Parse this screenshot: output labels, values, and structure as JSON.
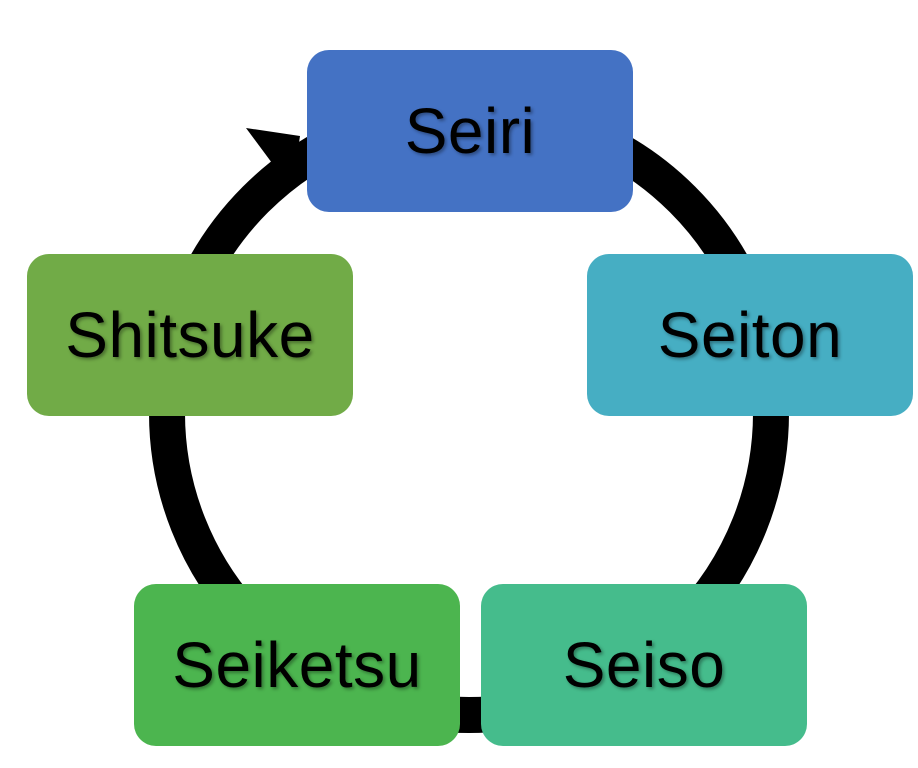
{
  "diagram": {
    "type": "cycle",
    "steps": [
      {
        "id": "seiri",
        "label": "Seiri",
        "color": "#4472C4"
      },
      {
        "id": "seiton",
        "label": "Seiton",
        "color": "#46AEC3"
      },
      {
        "id": "seiso",
        "label": "Seiso",
        "color": "#45BC8C"
      },
      {
        "id": "seiketsu",
        "label": "Seiketsu",
        "color": "#4CB54F"
      },
      {
        "id": "shitsuke",
        "label": "Shitsuke",
        "color": "#71AB47"
      }
    ],
    "arrow_color": "#000000",
    "arrow_target": "seiri"
  }
}
